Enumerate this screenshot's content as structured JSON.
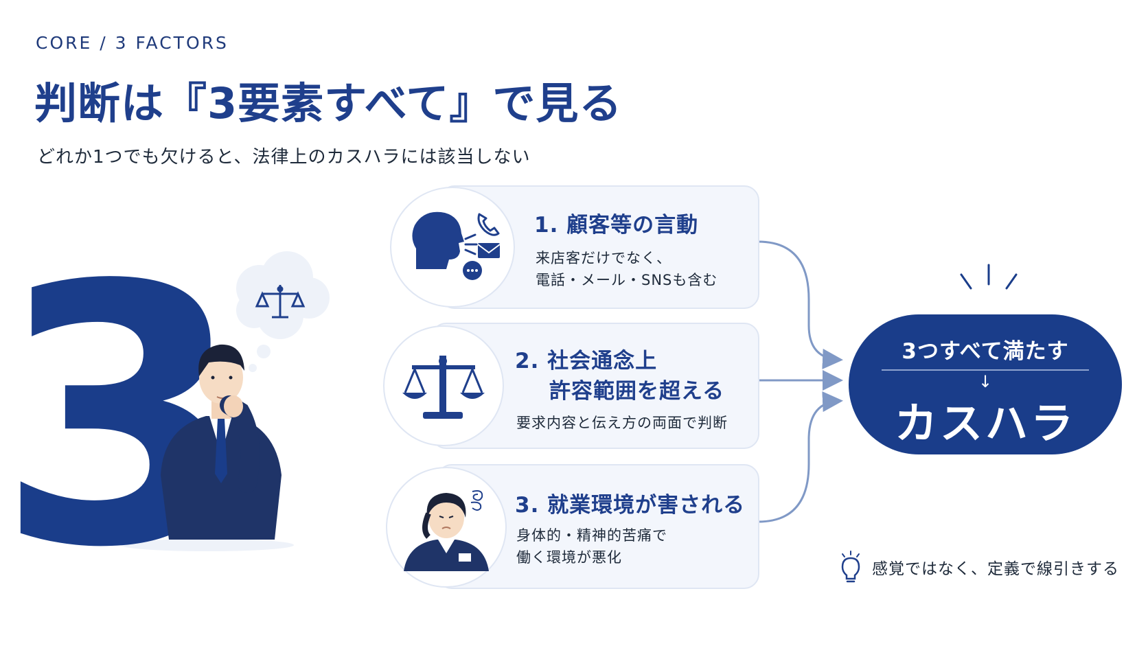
{
  "header": {
    "eyebrow": "CORE / 3 FACTORS",
    "title": "判断は『3要素すべて』で見る",
    "subtitle": "どれか1つでも欠けると、法律上のカスハラには該当しない"
  },
  "big_number": "3",
  "factors": [
    {
      "title": "1. 顧客等の言動",
      "desc": [
        "来店客だけでなく、",
        "電話・メール・SNSも含む"
      ],
      "icon": "speaking-head-icon"
    },
    {
      "title_line1": "2. 社会通念上",
      "title_line2": "許容範囲を超える",
      "desc": [
        "要求内容と伝え方の両面で判断"
      ],
      "icon": "balance-scale-icon"
    },
    {
      "title": "3. 就業環境が害される",
      "desc": [
        "身体的・精神的苦痛で",
        "働く環境が悪化"
      ],
      "icon": "distressed-worker-icon"
    }
  ],
  "result": {
    "condition": "3つすべて満たす",
    "arrow": "↓",
    "label": "カスハラ"
  },
  "note": {
    "text": "感覚ではなく、定義で線引きする",
    "icon": "lightbulb-icon"
  },
  "colors": {
    "primary": "#1f3f8c",
    "dark_navy": "#1a3d8a",
    "card_bg": "#f3f6fc",
    "connector": "#8099c6"
  }
}
